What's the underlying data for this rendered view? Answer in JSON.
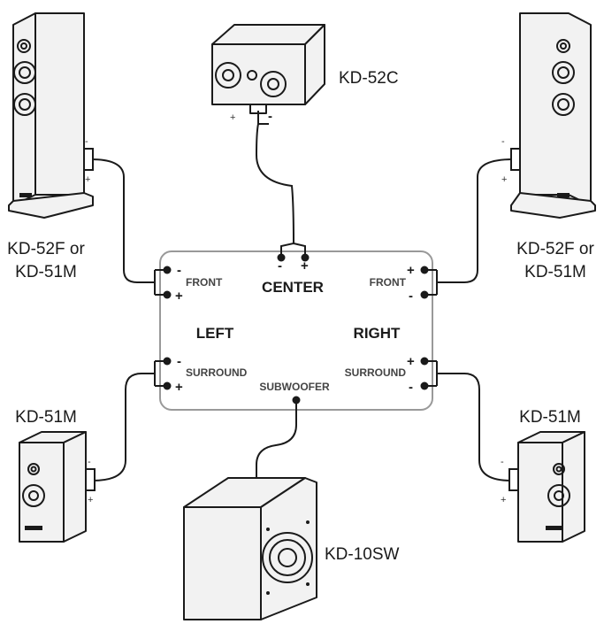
{
  "speakers": {
    "front_left": "KD-52F or\nKD-51M",
    "front_right": "KD-52F or\nKD-51M",
    "center": "KD-52C",
    "surround_left": "KD-51M",
    "surround_right": "KD-51M",
    "subwoofer": "KD-10SW"
  },
  "receiver": {
    "left": "LEFT",
    "right": "RIGHT",
    "center": "CENTER",
    "front": "FRONT",
    "surround": "SURROUND",
    "subwoofer": "SUBWOOFER"
  },
  "polarity": {
    "plus": "+",
    "minus": "-"
  },
  "colors": {
    "stroke": "#1a1a1a",
    "panel_border": "#999999",
    "text": "#1a1a1a"
  }
}
